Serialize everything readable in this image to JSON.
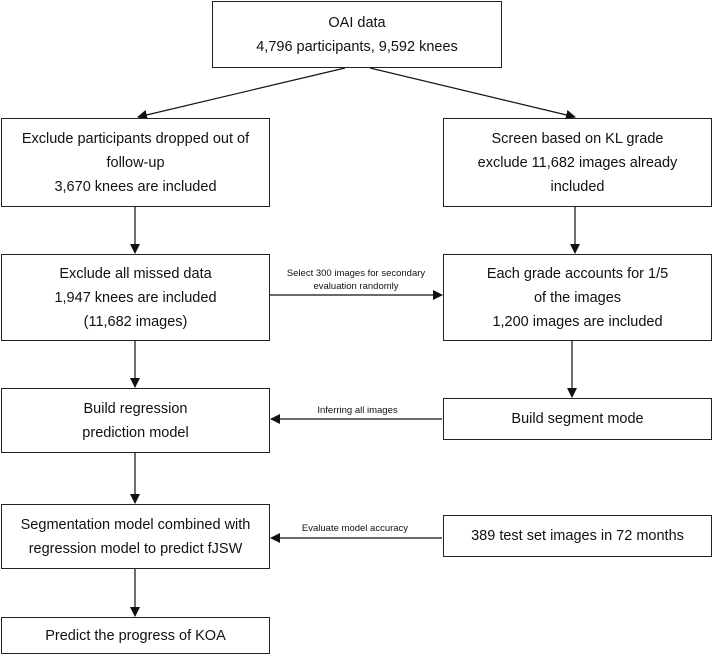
{
  "nodes": {
    "oai": {
      "lines": [
        "OAI data",
        "4,796 participants, 9,592 knees"
      ]
    },
    "exclude_dropped": {
      "lines": [
        "Exclude participants dropped out of",
        "follow-up",
        "3,670 knees are included"
      ]
    },
    "screen_kl": {
      "lines": [
        "Screen based on KL grade",
        "exclude 11,682 images already",
        "included"
      ]
    },
    "exclude_missed": {
      "lines": [
        "Exclude all missed data",
        "1,947 knees are included",
        "(11,682 images)"
      ]
    },
    "each_grade": {
      "lines": [
        "Each grade accounts for 1/5",
        "of the images",
        "1,200 images are included"
      ]
    },
    "build_regression": {
      "lines": [
        "Build regression",
        "prediction model"
      ]
    },
    "build_segment": {
      "lines": [
        "Build segment mode"
      ]
    },
    "segmentation_combined": {
      "lines": [
        "Segmentation model combined with",
        "regression model to predict fJSW"
      ]
    },
    "test_set": {
      "lines": [
        "389 test set images in 72 months"
      ]
    },
    "predict_koa": {
      "lines": [
        "Predict the progress of KOA"
      ]
    }
  },
  "edge_labels": {
    "select_300": [
      "Select 300 images for secondary",
      "evaluation randomly"
    ],
    "inferring": "Inferring all images",
    "evaluate": "Evaluate model accuracy"
  }
}
